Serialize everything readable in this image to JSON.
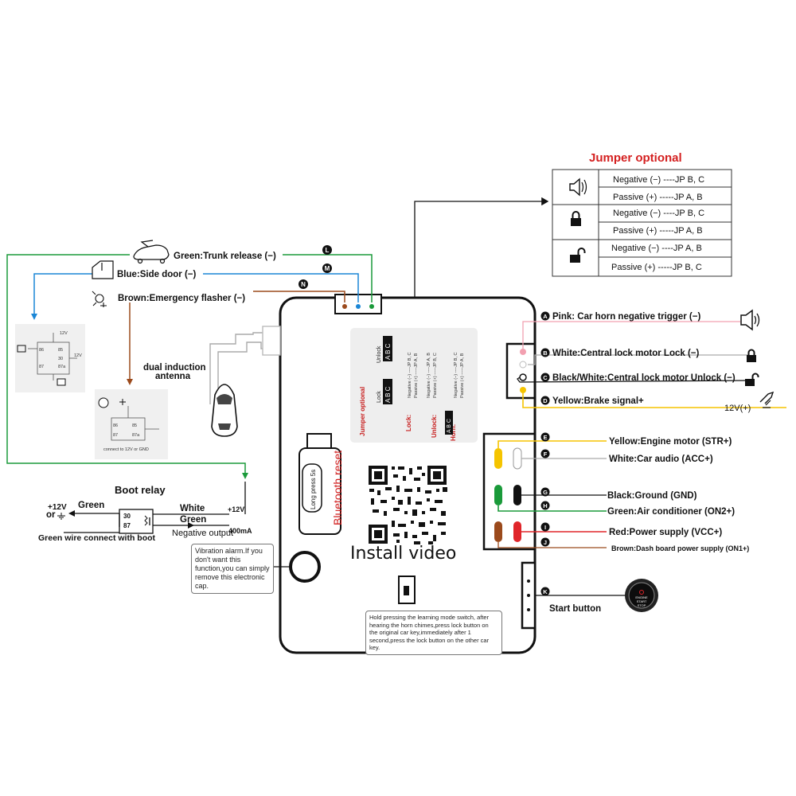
{
  "jumper": {
    "title": "Jumper optional",
    "rows": [
      {
        "icon": "speaker-icon",
        "negative": "Negative (−) ----JP B, C",
        "passive": "Passive (+) -----JP A, B"
      },
      {
        "icon": "lock-closed-icon",
        "negative": "Negative (−) ----JP B, C",
        "passive": "Passive (+) -----JP A, B"
      },
      {
        "icon": "lock-open-icon",
        "negative": "Negative (−) ----JP A, B",
        "passive": "Passive (+) -----JP B, C"
      }
    ]
  },
  "left_wires": {
    "L": {
      "letter": "L",
      "label": "Green:Trunk release (−)"
    },
    "M": {
      "letter": "M",
      "label": "Blue:Side door (−)"
    },
    "N": {
      "letter": "N",
      "label": "Brown:Emergency flasher (−)"
    }
  },
  "antenna_label_1": "dual induction",
  "antenna_label_2": "antenna",
  "boot_relay": {
    "title": "Boot relay",
    "plus12v_left": "+12V",
    "or_text": "or",
    "green_top": "Green",
    "white": "White",
    "green_mid": "Green",
    "plus12v_right": "+12V",
    "negative_output": "Negative output",
    "ma": "400mA",
    "pin30": "30",
    "pin87": "87",
    "bottom_note": "Green wire connect with boot"
  },
  "vibration_note": "Vibration alarm.If you don't want this function,you can simply remove this electronic cap.",
  "learning_note": "Hold pressing the learning mode switch, after hearing the horn chimes,press lock button on the original car key,immediately after 1 second,press the lock button on the other car key.",
  "bluetooth_reset": "Bluetooth reset",
  "long_press": "Long press 5s",
  "install_video": "Install video",
  "pcb_jumper": {
    "title": "Jumper optional",
    "unlock": "Unlock",
    "lock": "Lock",
    "abc": "A B C",
    "lock_label": "Lock:",
    "unlock_label": "Unlock:",
    "horn_label": "Horn:",
    "neg_bc": "Negative (−) ----JP B, C",
    "pas_ab": "Passive (+) -----JP A, B",
    "neg_ab": "Negative (−) ----JP A, B",
    "pas_bc": "Passive (+) -----JP B, C"
  },
  "right_wires": [
    {
      "letter": "A",
      "label": "Pink: Car horn negative trigger (−)",
      "color": "#f2a0b0"
    },
    {
      "letter": "B",
      "label": "White:Central lock motor Lock (−)",
      "color": "#cccccc"
    },
    {
      "letter": "C",
      "label": "Black/White:Central lock motor Unlock (−)",
      "color": "#222222"
    },
    {
      "letter": "D",
      "label": "Yellow:Brake signal+",
      "color": "#f5c400"
    },
    {
      "letter": "E",
      "label": "Yellow:Engine motor (STR+)",
      "color": "#f5c400"
    },
    {
      "letter": "F",
      "label": "White:Car audio (ACC+)",
      "color": "#cccccc"
    },
    {
      "letter": "G",
      "label": "Black:Ground (GND)",
      "color": "#111111"
    },
    {
      "letter": "H",
      "label": "Green:Air conditioner (ON2+)",
      "color": "#1a9a3a"
    },
    {
      "letter": "I",
      "label": "Red:Power supply (VCC+)",
      "color": "#e0252a"
    },
    {
      "letter": "J",
      "label": "Brown:Dash board power supply (ON1+)",
      "color": "#9b4a1c"
    },
    {
      "letter": "K",
      "label": "Start button",
      "color": "#111111"
    }
  ],
  "brake_voltage": "12V(+)",
  "start_btn_text": [
    "ENGINE",
    "START",
    "STOP"
  ],
  "relay_diagram": {
    "v1": "12V",
    "v2": "12V",
    "p86": "86",
    "p85": "85",
    "p87": "87",
    "p87a": "87a",
    "p30": "30"
  },
  "relay_caption": "connect to 12V or GND"
}
